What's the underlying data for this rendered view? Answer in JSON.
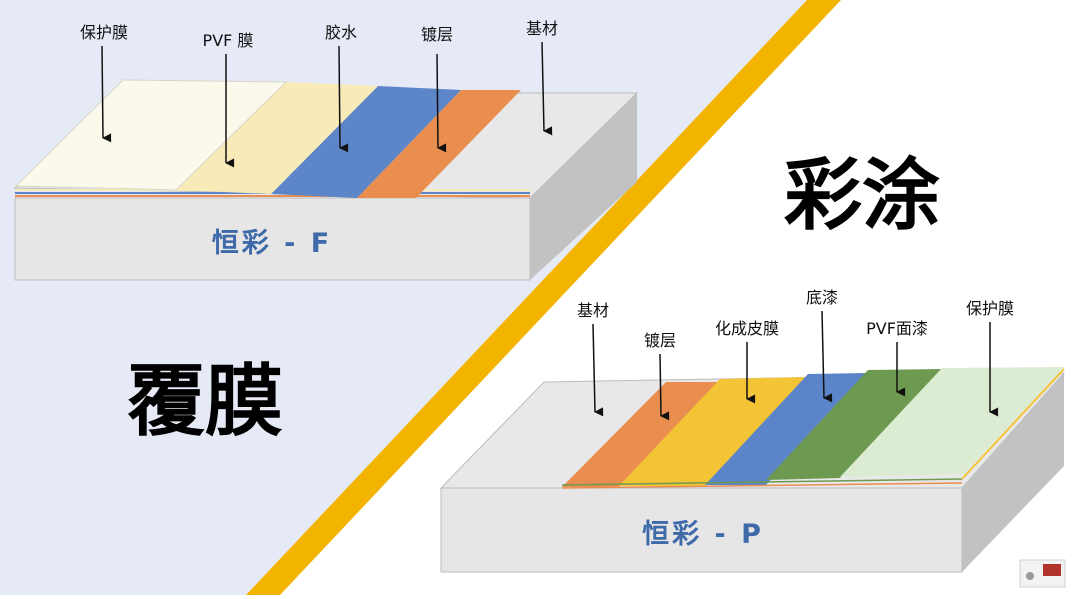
{
  "film": {
    "title": "覆膜",
    "product_label": "恒彩 - F",
    "layers": [
      "保护膜",
      "PVF 膜",
      "胶水",
      "镀层",
      "基材"
    ]
  },
  "coating": {
    "title": "彩涂",
    "product_label": "恒彩 - P",
    "layers": [
      "基材",
      "镀层",
      "化成皮膜",
      "底漆",
      "PVF面漆",
      "保护膜"
    ]
  },
  "colors": {
    "background_left": "#e6eaf6",
    "divider_stripe": "#f3b400",
    "protective_film": "#fbf9ec",
    "pvf_film": "#f8ebb7",
    "glue": "#5d86c9",
    "plating": "#ea8e4f",
    "substrate_top": "#e8e8e8",
    "chemical_film": "#f4c437",
    "primer": "#5b85c8",
    "pvf_topcoat": "#6d9a50",
    "protective_film_green": "#dcecd2",
    "product_label": "#3f6aaa"
  }
}
